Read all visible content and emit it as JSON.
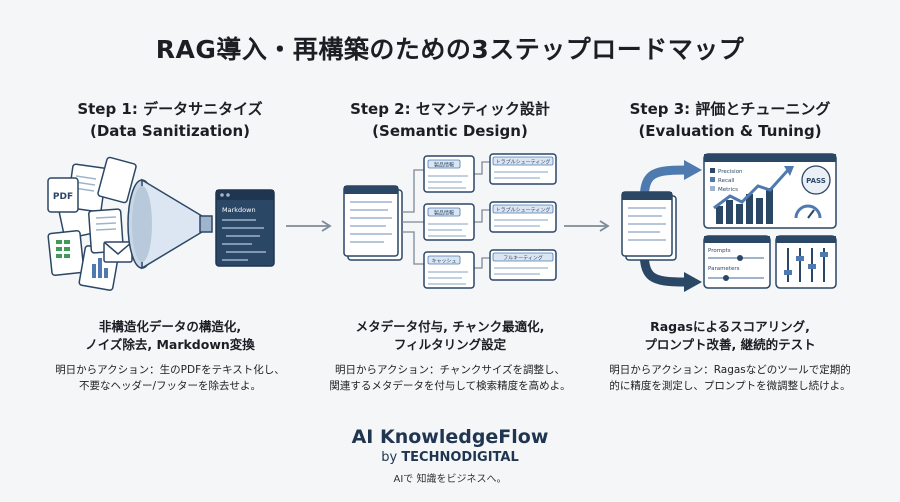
{
  "title": "RAG導入・再構築のための3ステップロードマップ",
  "steps": [
    {
      "title": "Step 1: データサニタイズ",
      "subtitle": "(Data Sanitization)",
      "description_lines": [
        "非構造化データの構造化,",
        "ノイズ除去, Markdown変換"
      ],
      "action_lines": [
        "明日からアクション：生のPDFをテキスト化し、",
        "不要なヘッダー/フッターを除去せよ。"
      ],
      "illustration": {
        "pdf_label": "PDF",
        "doc_label": "Markdown"
      }
    },
    {
      "title": "Step 2: セマンティック設計",
      "subtitle": "(Semantic Design)",
      "description_lines": [
        "メタデータ付与, チャンク最適化,",
        "フィルタリング設定"
      ],
      "action_lines": [
        "明日からアクション：チャンクサイズを調整し、",
        "関連するメタデータを付与して検索精度を高めよ。"
      ],
      "illustration": {
        "tag_top": "製品情報",
        "tag_mid": "製品情報",
        "tag_bottom": "キャッシュ",
        "right_1": "トラブルシューティング",
        "right_2": "トラブルシューティング",
        "right_3": "フルキーティング"
      }
    },
    {
      "title": "Step 3: 評価とチューニング",
      "subtitle": "(Evaluation & Tuning)",
      "description_lines": [
        "Ragasによるスコアリング,",
        "プロンプト改善, 継続的テスト"
      ],
      "action_lines": [
        "明日からアクション：Ragasなどのツールで定期的",
        "的に精度を測定し、プロンプトを微調整し続けよ。"
      ],
      "illustration": {
        "metric_1": "Precision",
        "metric_2": "Recall",
        "metric_3": "Metrics",
        "badge": "PASS",
        "prompts_label": "Prompts",
        "params_label": "Parameters"
      }
    }
  ],
  "footer": {
    "brand": "AI KnowledgeFlow",
    "by": "by",
    "company": "TECHNODIGITAL",
    "tagline": "AIで 知識をビジネスへ。"
  },
  "colors": {
    "navy": "#2b4766",
    "blue": "#4f7ab0",
    "light_blue": "#dbe6f2",
    "green": "#3f9a5a",
    "background": "#f4f6f8"
  }
}
